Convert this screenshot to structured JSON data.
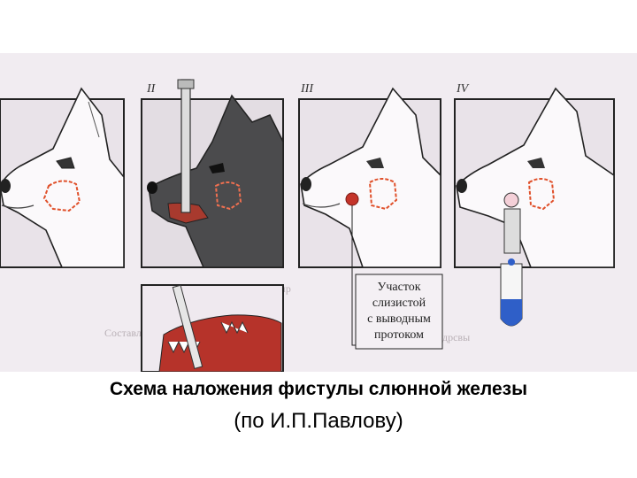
{
  "panels": [
    {
      "numeral": ""
    },
    {
      "numeral": "II"
    },
    {
      "numeral": "III"
    },
    {
      "numeral": "IV"
    }
  ],
  "callout": {
    "line1": "Участок",
    "line2": "слизистой",
    "line3": "с выводным",
    "line4": "протоком"
  },
  "caption": {
    "line1": "Схема наложения  фистулы  слюнной железы",
    "line2": "(по И.П.Павлову)"
  },
  "colors": {
    "panel_bg": "#eae4ea",
    "panel_border": "#222222",
    "gland_outline": "#e0502a",
    "fistula_red": "#c4342a",
    "saliva_blue": "#2f5fc8"
  },
  "icons": [
    "dog-head",
    "salivary-gland",
    "forceps",
    "test-tube",
    "mouth-teeth"
  ]
}
